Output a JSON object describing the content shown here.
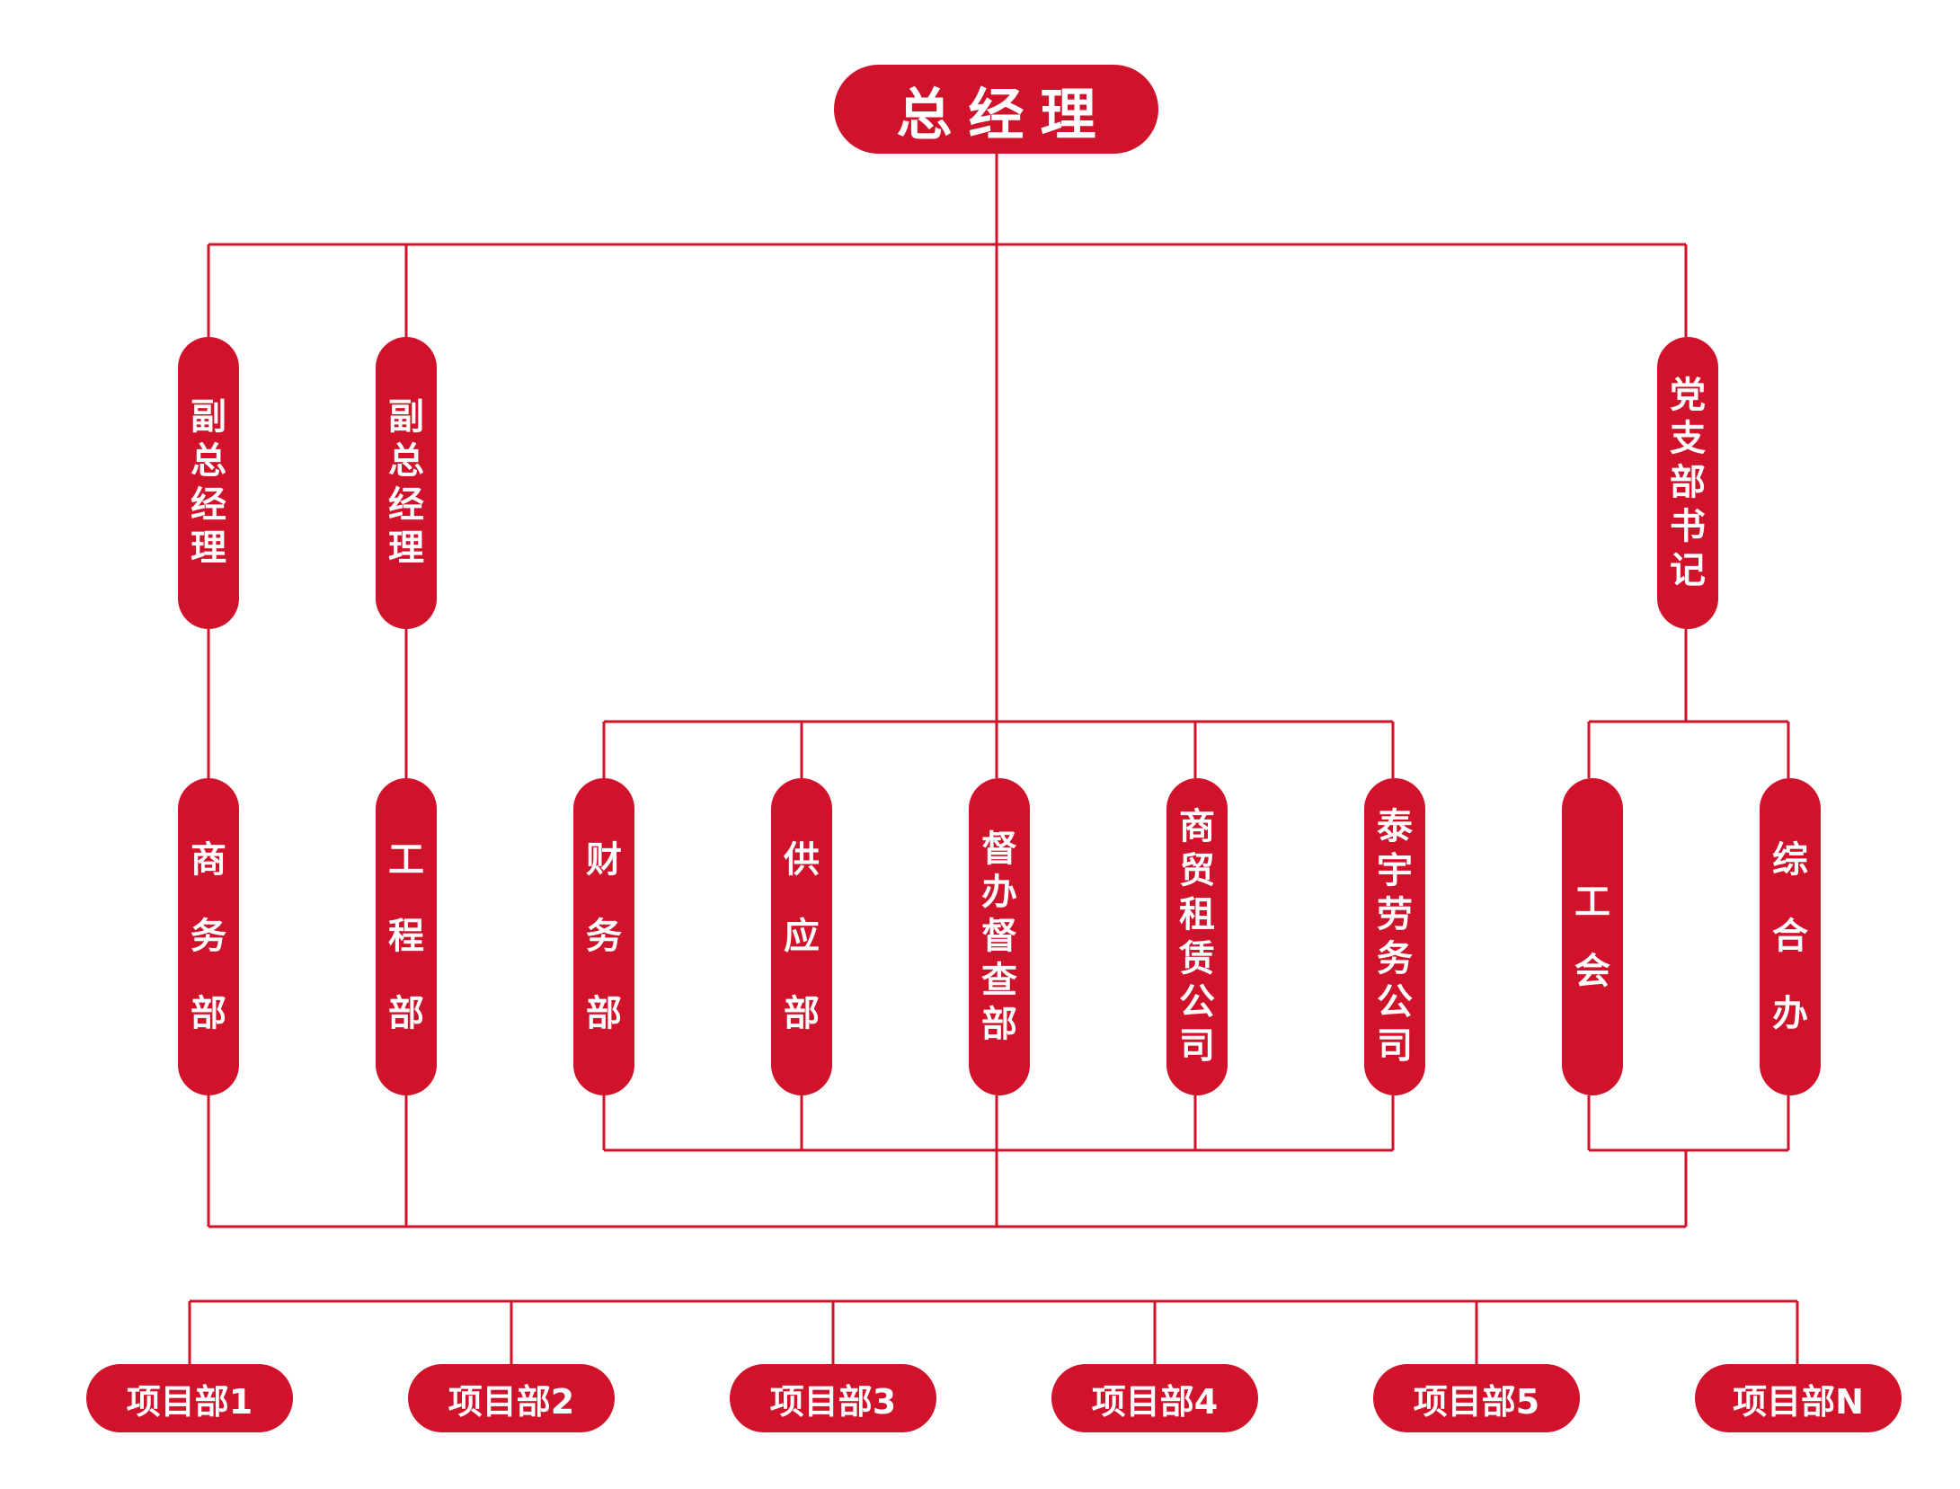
{
  "colors": {
    "primary": "#d0122b",
    "line": "#d0122b",
    "text": "#ffffff"
  },
  "top": {
    "label": "总经理"
  },
  "tier2": {
    "deputy1": "副总经理",
    "deputy2": "副总经理",
    "party": "党支部书记"
  },
  "tier3": {
    "business": "商务部",
    "engineering": "工程部",
    "finance": "财务部",
    "supply": "供应部",
    "supervision": "督办督查部",
    "trade": "商贸租赁公司",
    "labor": "泰宇劳务公司",
    "union": "工会",
    "office": "综合办"
  },
  "projects": [
    "项目部1",
    "项目部2",
    "项目部3",
    "项目部4",
    "项目部5",
    "项目部N"
  ]
}
